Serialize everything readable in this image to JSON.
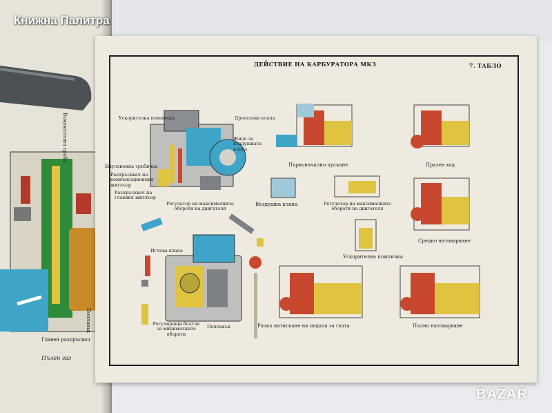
{
  "watermark": {
    "brand": "Книжна Палитра",
    "corner_logo": "BAZAR"
  },
  "left_page": {
    "labels": [
      "Всмукателна тръба",
      "Поплавък",
      "Главен разпръсвач",
      "Пълен газ"
    ]
  },
  "plate": {
    "title": "ДЕЙСТВИЕ НА КАРБУРАТОРА МКЗ",
    "number": "7. ТАБЛО",
    "top_callouts": {
      "accel_pump": "Ускорителна помпичка",
      "throttle": "Дроселова клапа",
      "air_throat": "Жило за въздушната клапа",
      "emulsion_tube": "Емулзионна тръбичка",
      "comp_sprayer": "Разпръсквач на компенсационния жиглъор",
      "main_sprayer": "Разпръсквач на главния жиглъор",
      "max_regulator": "Регулатор на максималните обороти на двигателя"
    },
    "bottom_callouts": {
      "needle_valve": "Иглова клапа",
      "idle_screws": "Регулиращи болтче за минималните обороти",
      "float": "Поплавък"
    },
    "modes": {
      "initial_start": "Първоначално пускане",
      "idle": "Празен ход",
      "air_valve": "Въздушна клапа",
      "max_regulator": "Регулатор на максималните обороти на двигателя",
      "medium_load": "Средно натоварване",
      "accel_pump": "Ускорителна помпичка",
      "sharp_press": "Рязко натискане на педала за газта",
      "full_load": "Пълно натоварване"
    }
  },
  "colors": {
    "paper": "#eeeae0",
    "frame": "#1d1d1d",
    "fuel_yellow": "#e0c341",
    "air_blue": "#3ea4c8",
    "mixture_red": "#c8482f",
    "metal_gray": "#7d8186"
  }
}
